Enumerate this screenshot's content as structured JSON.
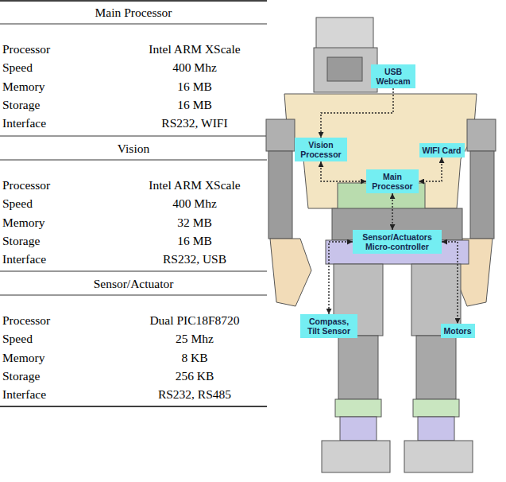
{
  "diagram": {
    "nodes": [
      {
        "text": [
          "USB Webcam"
        ]
      },
      {
        "text": [
          "Vision Processor"
        ]
      },
      {
        "text": [
          "WIFI Card"
        ]
      },
      {
        "text": [
          "Main Processor"
        ]
      },
      {
        "text": [
          "Sensor/Actuators Micro-controller"
        ]
      },
      {
        "text": [
          "Compass, Tilt Sensor"
        ]
      },
      {
        "text": [
          "Motors"
        ]
      }
    ],
    "edges": [
      {
        "from": 0,
        "to": 1,
        "arrow": "to"
      },
      {
        "from": 1,
        "to": 3,
        "arrow": "both"
      },
      {
        "from": 2,
        "to": 3,
        "arrow": "both"
      },
      {
        "from": 3,
        "to": 4,
        "arrow": "both"
      },
      {
        "from": 4,
        "to": 5,
        "arrow": "both"
      },
      {
        "from": 4,
        "to": 6,
        "arrow": "both"
      }
    ],
    "labels": [
      "Main Processor",
      "Processor",
      "Intel ARM XScale",
      "Speed",
      "400 Mhz",
      "Memory",
      "16 MB",
      "Storage",
      "16 MB",
      "Interface",
      "RS232, WIFI",
      "Vision",
      "Processor",
      "Intel ARM XScale",
      "Speed",
      "400 Mhz",
      "Memory",
      "32 MB",
      "Storage",
      "16 MB",
      "Interface",
      "RS232, USB",
      "Sensor/Actuator",
      "Processor",
      "Dual PIC18F8720",
      "Speed",
      "25 Mhz",
      "Memory",
      "8 KB",
      "Storage",
      "256 KB",
      "Interface",
      "RS232, RS485"
    ]
  }
}
